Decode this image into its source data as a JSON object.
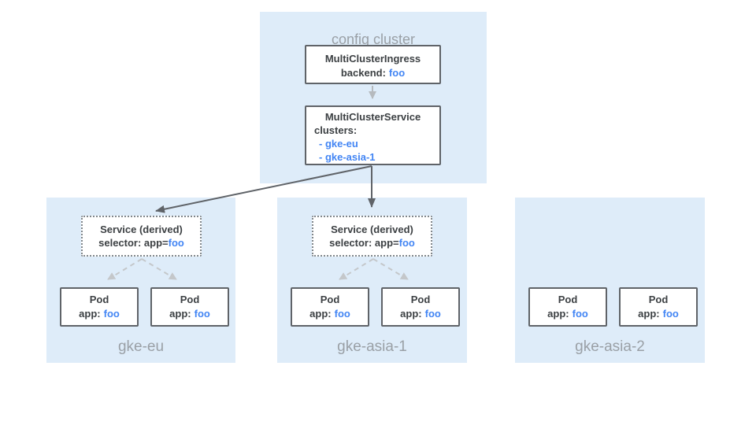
{
  "config_cluster": {
    "label": "config cluster",
    "ingress_box": {
      "title": "MultiClusterIngress",
      "backend_label": "backend:",
      "backend_value": "foo"
    },
    "service_box": {
      "title": "MultiClusterService",
      "clusters_label": "clusters:",
      "cluster_refs": [
        "- gke-eu",
        "- gke-asia-1"
      ]
    }
  },
  "clusters": [
    {
      "name": "gke-eu",
      "service_box": {
        "title": "Service (derived)",
        "selector_label": "selector: app=",
        "selector_value": "foo"
      },
      "pods": [
        {
          "title": "Pod",
          "app_label": "app:",
          "app_value": "foo"
        },
        {
          "title": "Pod",
          "app_label": "app:",
          "app_value": "foo"
        }
      ]
    },
    {
      "name": "gke-asia-1",
      "service_box": {
        "title": "Service (derived)",
        "selector_label": "selector: app=",
        "selector_value": "foo"
      },
      "pods": [
        {
          "title": "Pod",
          "app_label": "app:",
          "app_value": "foo"
        },
        {
          "title": "Pod",
          "app_label": "app:",
          "app_value": "foo"
        }
      ]
    },
    {
      "name": "gke-asia-2",
      "pods": [
        {
          "title": "Pod",
          "app_label": "app:",
          "app_value": "foo"
        },
        {
          "title": "Pod",
          "app_label": "app:",
          "app_value": "foo"
        }
      ]
    }
  ],
  "colors": {
    "panel_bg": "#deecf9",
    "box_border": "#5f6368",
    "text_dark": "#3c4043",
    "text_blue": "#4285f4",
    "text_gray": "#9aa0a6",
    "arrow_dark": "#5f6368",
    "arrow_light": "#b6babe",
    "arrow_dashed": "#c4c7ca"
  }
}
